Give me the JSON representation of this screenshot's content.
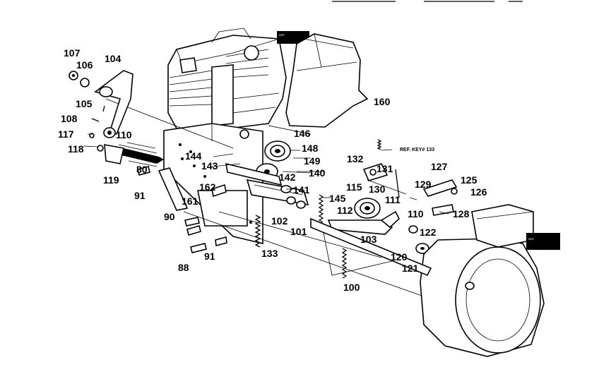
{
  "labels": {
    "p107": "107",
    "p106": "106",
    "p104": "104",
    "p105": "105",
    "p108": "108",
    "p117": "117",
    "p110a": "110",
    "p118": "118",
    "p119": "119",
    "p80": "80",
    "p91a": "91",
    "p144": "144",
    "p143": "143",
    "p146": "146",
    "p148": "148",
    "p149": "149",
    "p140": "140",
    "p142": "142",
    "p141": "141",
    "p162": "162",
    "p161": "161",
    "p90": "90",
    "p145": "145",
    "p102": "102",
    "p101": "101",
    "p133": "133",
    "p88": "88",
    "p91b": "91",
    "p160": "160",
    "p132": "132",
    "p131": "131",
    "p115": "115",
    "p130": "130",
    "p129": "129",
    "p127": "127",
    "p125": "125",
    "p126": "126",
    "p112": "112",
    "p111": "111",
    "p110b": "110",
    "p128": "128",
    "p122": "122",
    "p103": "103",
    "p120": "120",
    "p121": "121",
    "p100": "100"
  },
  "ref_key": "REF. KEY# 133"
}
